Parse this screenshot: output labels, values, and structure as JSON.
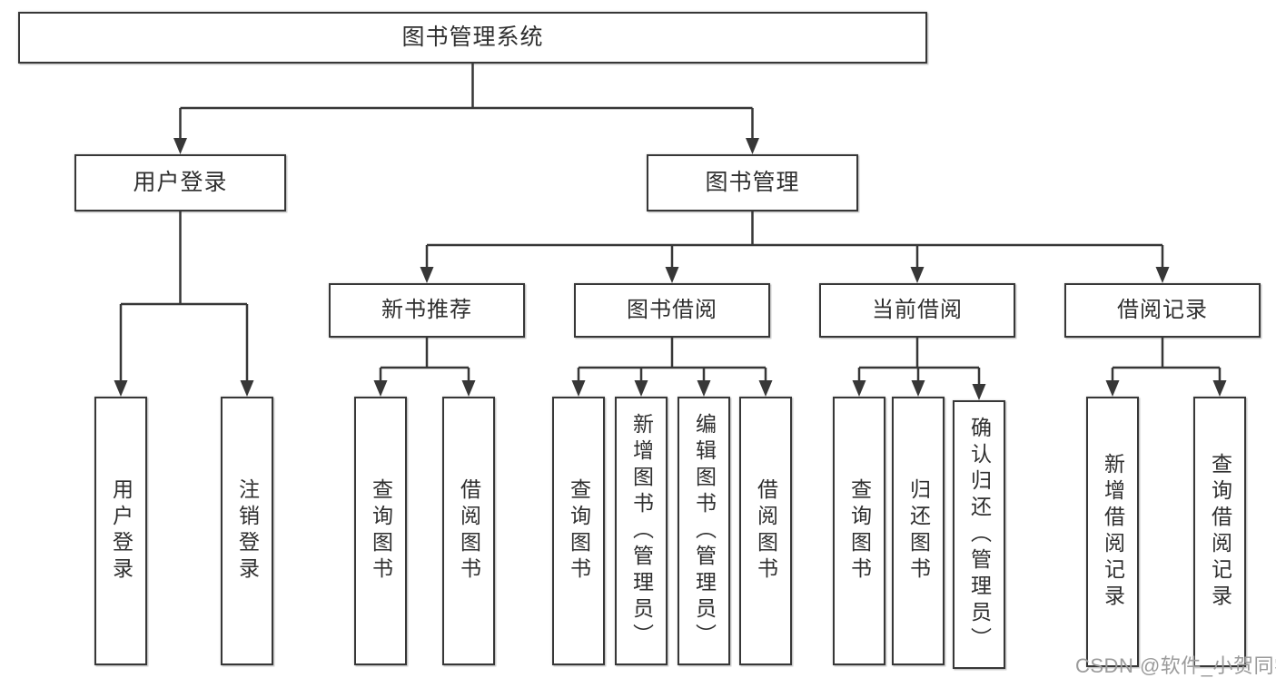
{
  "title": "图书管理系统",
  "watermark": "CSDN @软件_小贺同学",
  "colors": {
    "line": "#373737",
    "text": "#2f2f2f",
    "watermark": "#9b9b9b",
    "background": "#ffffff"
  },
  "tree": {
    "root": {
      "label": "图书管理系统"
    },
    "children": [
      {
        "label": "用户登录",
        "children": [
          {
            "label": "用户登录"
          },
          {
            "label": "注销登录"
          }
        ]
      },
      {
        "label": "图书管理",
        "children": [
          {
            "label": "新书推荐",
            "children": [
              {
                "label": "查询图书"
              },
              {
                "label": "借阅图书"
              }
            ]
          },
          {
            "label": "图书借阅",
            "children": [
              {
                "label": "查询图书"
              },
              {
                "label": "新增图书（管理员）"
              },
              {
                "label": "编辑图书（管理员）"
              },
              {
                "label": "借阅图书"
              }
            ]
          },
          {
            "label": "当前借阅",
            "children": [
              {
                "label": "查询图书"
              },
              {
                "label": "归还图书"
              },
              {
                "label": "确认归还（管理员）"
              }
            ]
          },
          {
            "label": "借阅记录",
            "children": [
              {
                "label": "新增借阅记录"
              },
              {
                "label": "查询借阅记录"
              }
            ]
          }
        ]
      }
    ]
  }
}
